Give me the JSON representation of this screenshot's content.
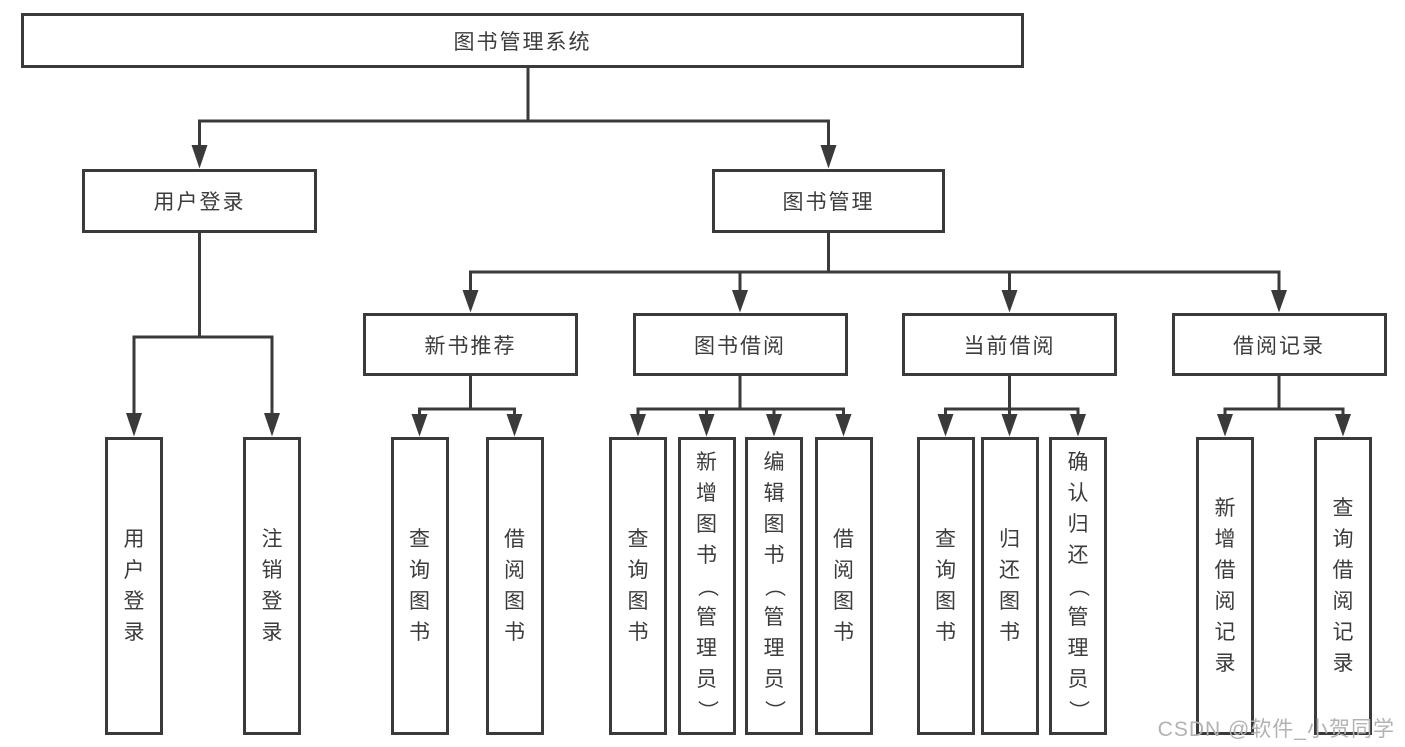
{
  "colors": {
    "line": "#3a3a3a",
    "text": "#3c3c3c",
    "background": "#ffffff",
    "watermark": "#b2b2b2"
  },
  "diagram": {
    "title": "图书管理系统",
    "groups": [
      {
        "label": "用户登录",
        "leaves": [
          "用户登录",
          "注销登录"
        ]
      },
      {
        "label": "图书管理",
        "subgroups": [
          {
            "label": "新书推荐",
            "leaves": [
              "查询图书",
              "借阅图书"
            ]
          },
          {
            "label": "图书借阅",
            "leaves": [
              "查询图书",
              "新增图书（管理员）",
              "编辑图书（管理员）",
              "借阅图书"
            ]
          },
          {
            "label": "当前借阅",
            "leaves": [
              "查询图书",
              "归还图书",
              "确认归还（管理员）"
            ]
          },
          {
            "label": "借阅记录",
            "leaves": [
              "新增借阅记录",
              "查询借阅记录"
            ]
          }
        ]
      }
    ]
  },
  "watermark": {
    "text": "CSDN @软件_小贺同学"
  }
}
